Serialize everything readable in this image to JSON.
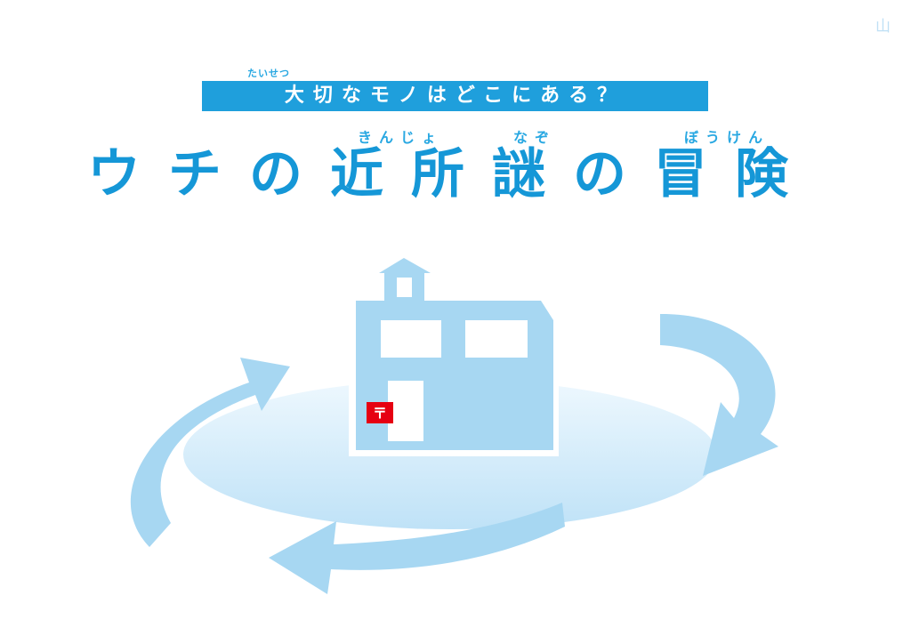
{
  "corner_logo": "山",
  "subtitle": {
    "ruby": "たいせつ",
    "text": "大切なモノはどこにある？"
  },
  "title": {
    "text": "ウチの近所謎の冒険",
    "ruby_kinjo": "きんじょ",
    "ruby_nazo": "なぞ",
    "ruby_bouken": "ぼうけん"
  },
  "illustration": {
    "icons": [
      "house-icon",
      "postbox-icon",
      "circular-arrows-icon"
    ],
    "postbox_mark": "〒",
    "colors": {
      "accent": "#1f9fdc",
      "title": "#1597d7",
      "light_blue": "#a7d7f2",
      "ellipse": "#d4ebf8",
      "postbox": "#e60012"
    }
  }
}
